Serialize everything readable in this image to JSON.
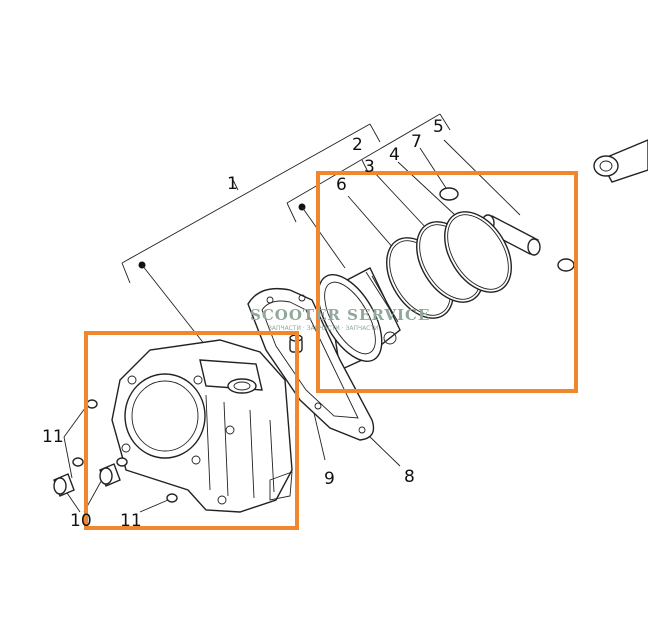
{
  "callouts": {
    "c1": "1",
    "c2": "2",
    "c3": "3",
    "c4": "4",
    "c5": "5",
    "c6": "6",
    "c7": "7",
    "c8": "8",
    "c9": "9",
    "c10": "10",
    "c11a": "11",
    "c11b": "11"
  },
  "watermark": {
    "brand": "SCOOTER SERVICE",
    "tagline": "ЗАПЧАСТИ · ЗАПЧАСТИ · ЗАПЧАСТИ"
  },
  "highlight_color": "#f0862d"
}
